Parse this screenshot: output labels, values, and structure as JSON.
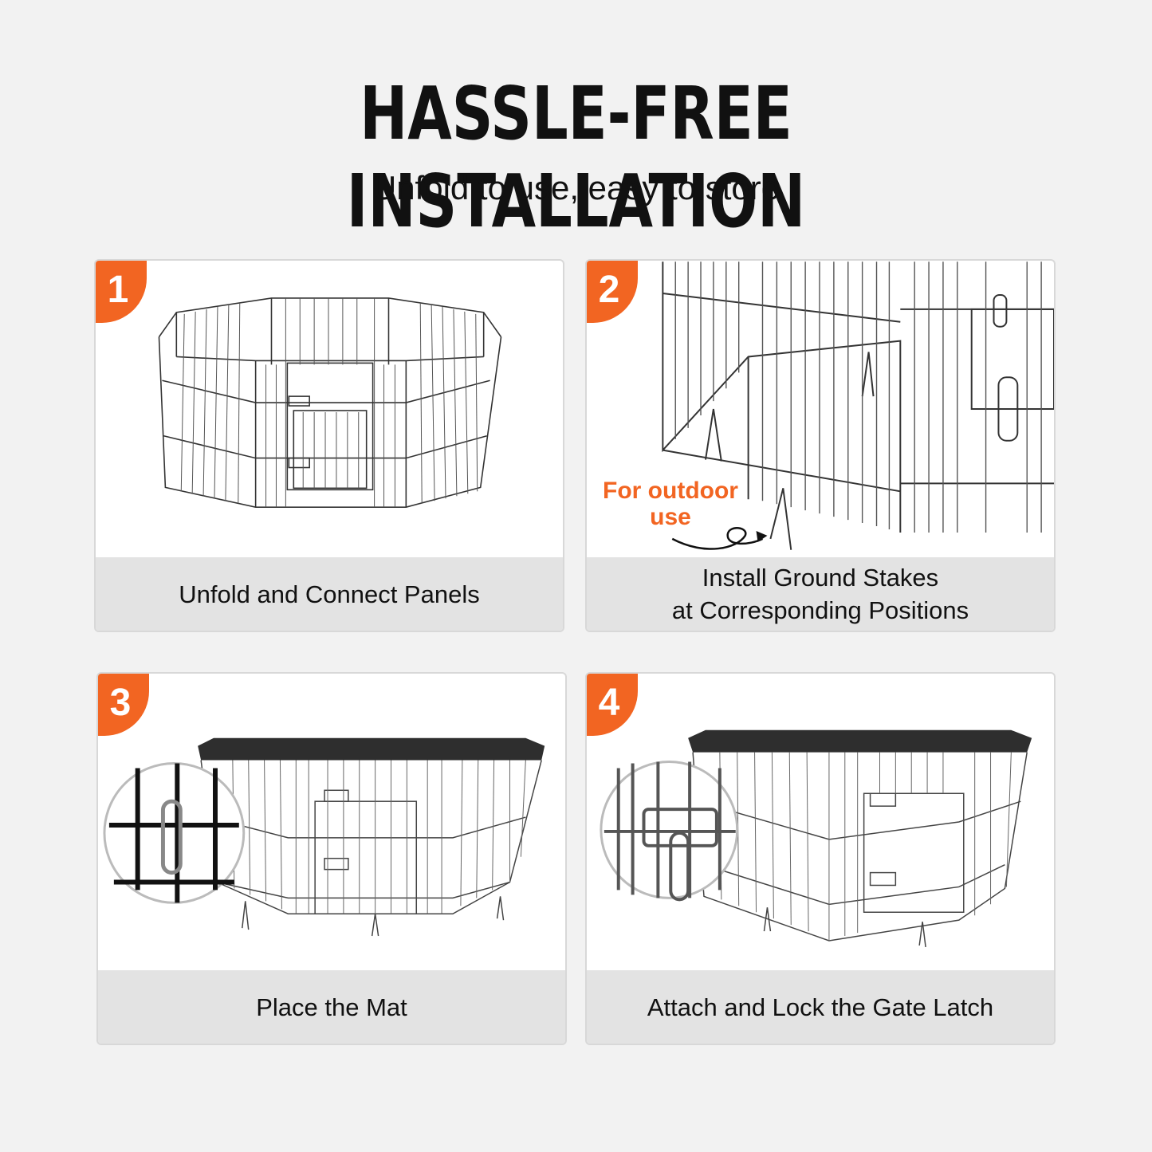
{
  "header": {
    "title": "HASSLE-FREE INSTALLATION",
    "subtitle": "Unfold to use, easy to store"
  },
  "steps": [
    {
      "number": "1",
      "caption": "Unfold and Connect Panels"
    },
    {
      "number": "2",
      "caption_line1": "Install Ground Stakes",
      "caption_line2": "at Corresponding Positions",
      "callout_line1": "For outdoor",
      "callout_line2": "use"
    },
    {
      "number": "3",
      "caption": "Place the Mat"
    },
    {
      "number": "4",
      "caption": "Attach and Lock the Gate Latch"
    }
  ],
  "colors": {
    "accent": "#f26522",
    "caption_bg": "#e3e3e3",
    "page_bg": "#f2f2f2"
  }
}
